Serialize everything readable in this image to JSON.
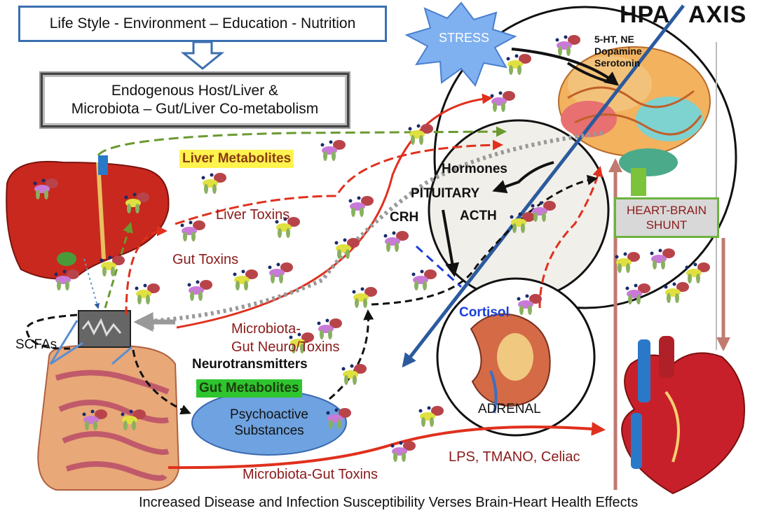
{
  "header_box": "Life Style - Environment – Education - Nutrition",
  "endogenous_box": {
    "line1": "Endogenous Host/Liver &",
    "line2": "Microbiota – Gut/Liver Co-metabolism"
  },
  "stress": "STRESS",
  "hpa_title": {
    "left": "HPA",
    "right": "AXIS"
  },
  "neurotransmitter_list": {
    "line1": "5-HT, NE",
    "line2": "Dopamine",
    "line3": "Serotonin"
  },
  "labels": {
    "liver_metabolites": "Liver Metabolites",
    "liver_toxins": "Liver Toxins",
    "gut_toxins": "Gut Toxins",
    "scfas": "SCFAs",
    "hormones": "Hormones",
    "pituitary": "PITUITARY",
    "crh": "CRH",
    "acth": "ACTH",
    "cortisol": "Cortisol",
    "adrenal": "ADRENAL",
    "microbiota_gut_neuro": "Microbiota-",
    "microbiota_gut_neuro_2": "Gut Neuro/Toxins",
    "neurotransmitters": "Neurotransmitters",
    "gut_metabolites": "Gut Metabolites",
    "psychoactive_1": "Psychoactive",
    "psychoactive_2": "Substances",
    "lps": "LPS, TMANO, Celiac",
    "microbiota_gut_toxins": "Microbiota-Gut Toxins"
  },
  "heart_brain_shunt": {
    "line1": "HEART-BRAIN",
    "line2": "SHUNT"
  },
  "caption": "Increased Disease and Infection Susceptibility Verses Brain-Heart Health Effects",
  "colors": {
    "red_arrow": "#e0301e",
    "green_dash": "#6a9a2f",
    "blue_axis": "#2b5a9e",
    "stress_fill": "#7fb0f0",
    "liver": "#c8281e",
    "heart": "#c8202a",
    "brain": "#f2b25e"
  }
}
